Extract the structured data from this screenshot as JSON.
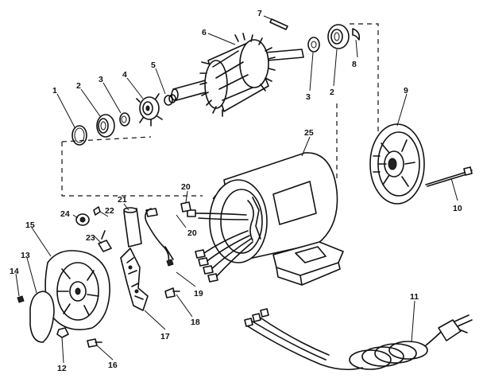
{
  "callouts": {
    "c1": "1",
    "c2a": "2",
    "c2b": "2",
    "c3a": "3",
    "c3b": "3",
    "c4": "4",
    "c5": "5",
    "c6": "6",
    "c7": "7",
    "c8": "8",
    "c9": "9",
    "c10": "10",
    "c11": "11",
    "c12": "12",
    "c13": "13",
    "c14": "14",
    "c15": "15",
    "c16": "16",
    "c17": "17",
    "c18": "18",
    "c19": "19",
    "c20a": "20",
    "c20b": "20",
    "c21": "21",
    "c22": "22",
    "c23": "23",
    "c24": "24",
    "c25": "25"
  }
}
